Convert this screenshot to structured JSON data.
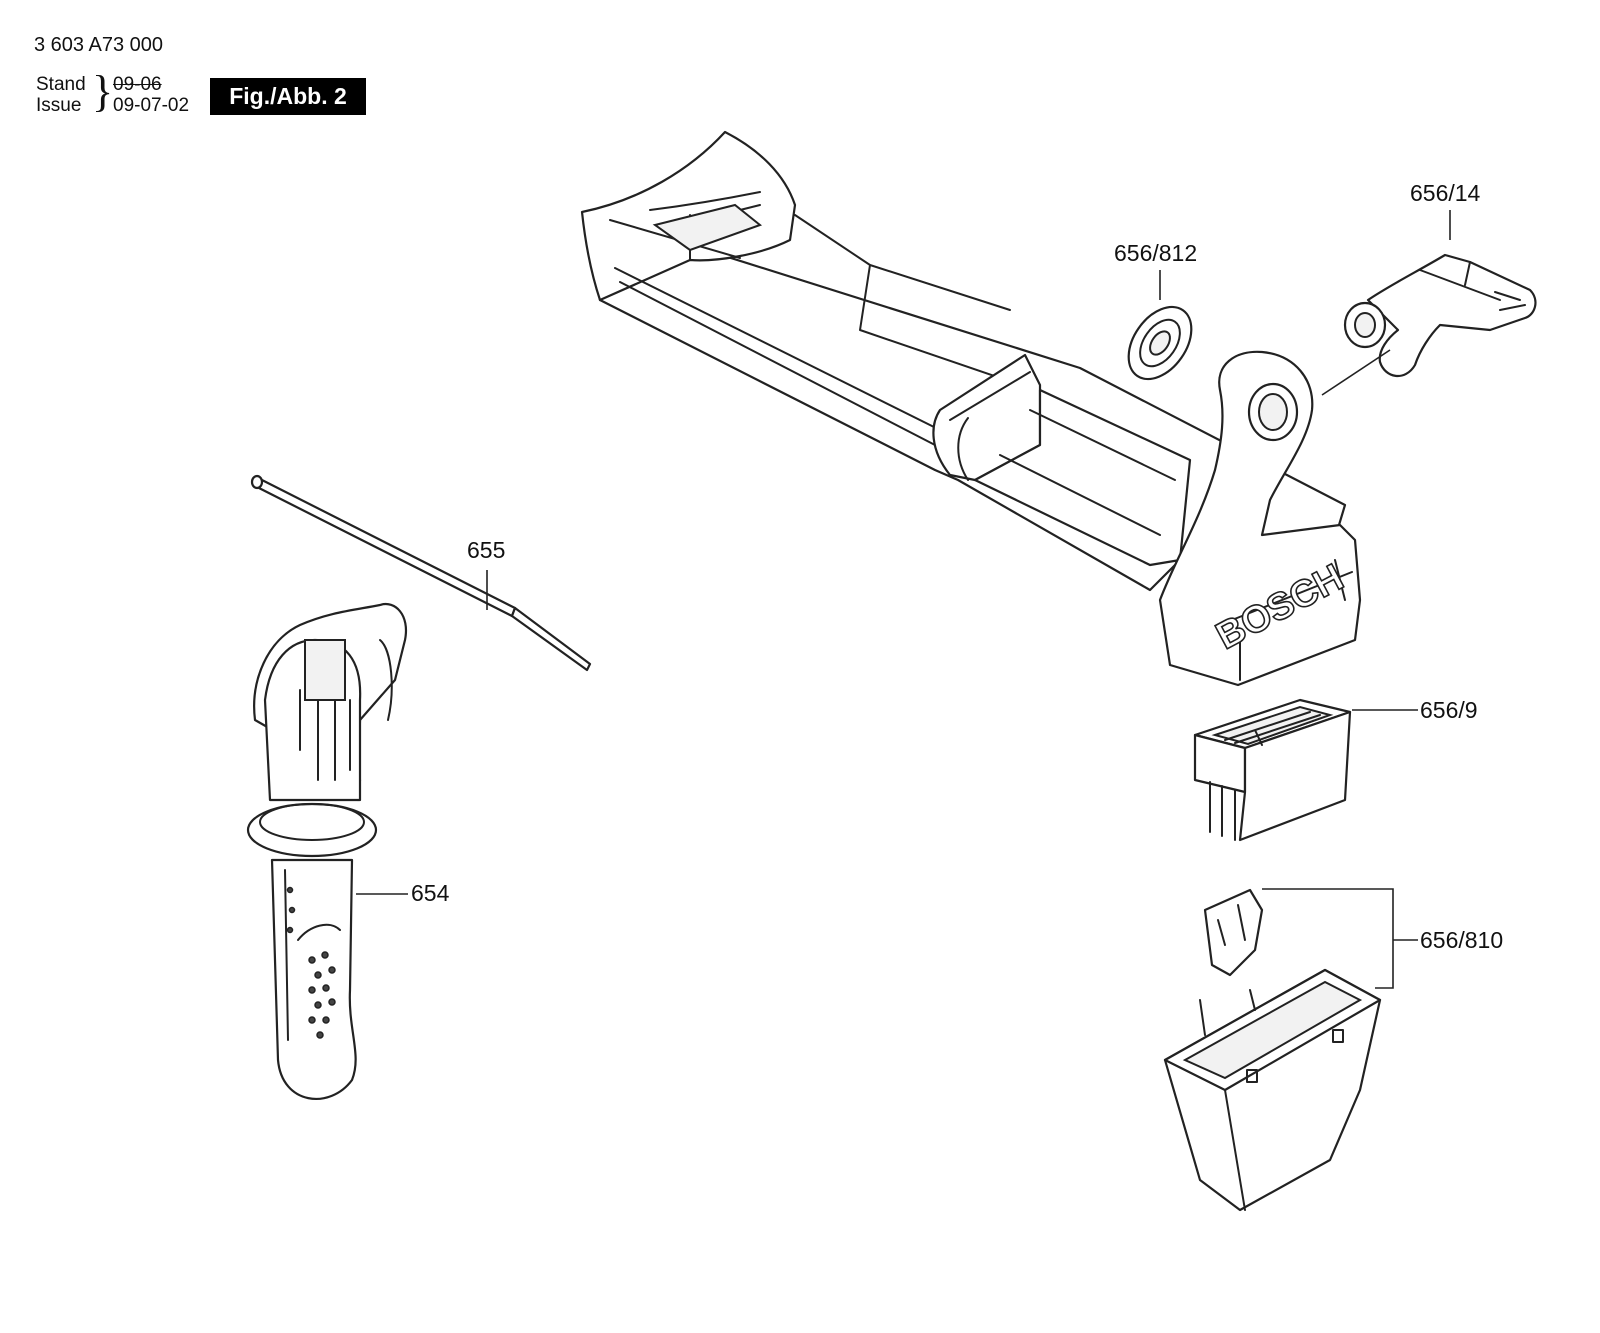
{
  "header": {
    "doc_number": "3 603 A73 000",
    "stand_label": "Stand",
    "issue_label": "Issue",
    "brace": "}",
    "stand_date_struck": "09-06",
    "issue_date": "09-07-02",
    "figure_badge": "Fig./Abb. 2"
  },
  "parts": {
    "p656_14": "656/14",
    "p656_812": "656/812",
    "p655": "655",
    "p656_9": "656/9",
    "p654": "654",
    "p656_810": "656/810"
  },
  "brand_text": "BOSCH",
  "colors": {
    "ink": "#222222",
    "badge_bg": "#000000",
    "badge_text": "#ffffff"
  }
}
